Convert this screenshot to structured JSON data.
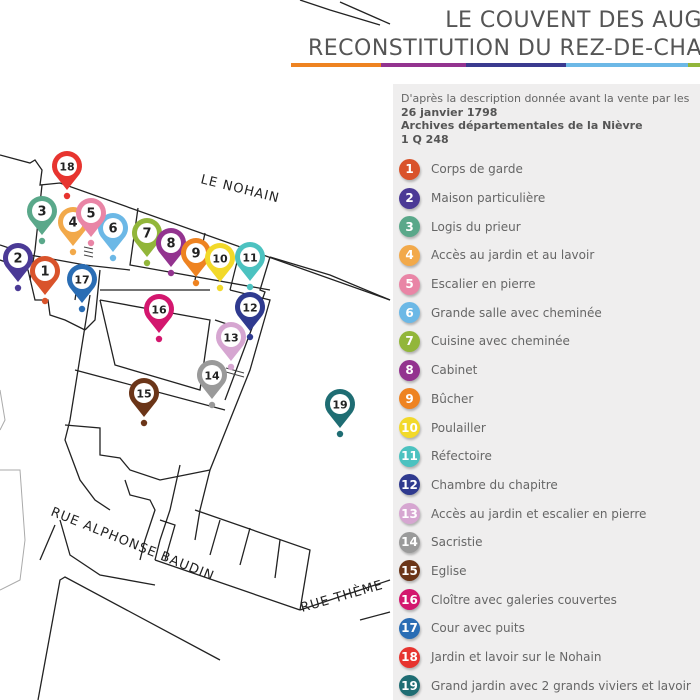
{
  "header": {
    "title_line1": "LE COUVENT DES AUG",
    "title_line2": "RECONSTITUTION DU REZ-DE-CHA",
    "accent_colors": [
      "#ee8321",
      "#93338f",
      "#3a3a8f",
      "#6cb8e6",
      "#92b63a"
    ]
  },
  "legend_panel": {
    "intro": "D'après la description donnée avant la vente par les",
    "date": "26 janvier 1798",
    "archive": "Archives départementales de la Nièvre",
    "reference": "1 Q 248",
    "items": [
      {
        "number": "1",
        "label": "Corps de garde",
        "color": "#d9532b"
      },
      {
        "number": "2",
        "label": "Maison particulière",
        "color": "#4b3a96"
      },
      {
        "number": "3",
        "label": "Logis du prieur",
        "color": "#5aa88a"
      },
      {
        "number": "4",
        "label": "Accès au jardin et au lavoir",
        "color": "#f2a94a"
      },
      {
        "number": "5",
        "label": "Escalier en pierre",
        "color": "#e985a6"
      },
      {
        "number": "6",
        "label": "Grande salle avec cheminée",
        "color": "#6cb8e6"
      },
      {
        "number": "7",
        "label": "Cuisine avec cheminée",
        "color": "#92b63a"
      },
      {
        "number": "8",
        "label": "Cabinet",
        "color": "#93338f"
      },
      {
        "number": "9",
        "label": "Bûcher",
        "color": "#ee8321"
      },
      {
        "number": "10",
        "label": "Poulailler",
        "color": "#f2d92a"
      },
      {
        "number": "11",
        "label": "Réfectoire",
        "color": "#4cc2c0"
      },
      {
        "number": "12",
        "label": "Chambre du chapitre",
        "color": "#2f3a8f"
      },
      {
        "number": "13",
        "label": "Accès au jardin et escalier en pierre",
        "color": "#d6a6d1"
      },
      {
        "number": "14",
        "label": "Sacristie",
        "color": "#9a9a9a"
      },
      {
        "number": "15",
        "label": "Eglise",
        "color": "#6b3518"
      },
      {
        "number": "16",
        "label": "Cloître avec galeries couvertes",
        "color": "#d3176e"
      },
      {
        "number": "17",
        "label": "Cour avec puits",
        "color": "#2a6db4"
      },
      {
        "number": "18",
        "label": "Jardin et lavoir sur le Nohain",
        "color": "#e7342f"
      },
      {
        "number": "19",
        "label": "Grand jardin avec 2 grands viviers et lavoir",
        "color": "#1f6d73"
      }
    ]
  },
  "map": {
    "streets": {
      "river": "LE NOHAIN",
      "street1": "RUE ALPHONSE BAUDIN",
      "street2": "RUE THÈME"
    }
  }
}
